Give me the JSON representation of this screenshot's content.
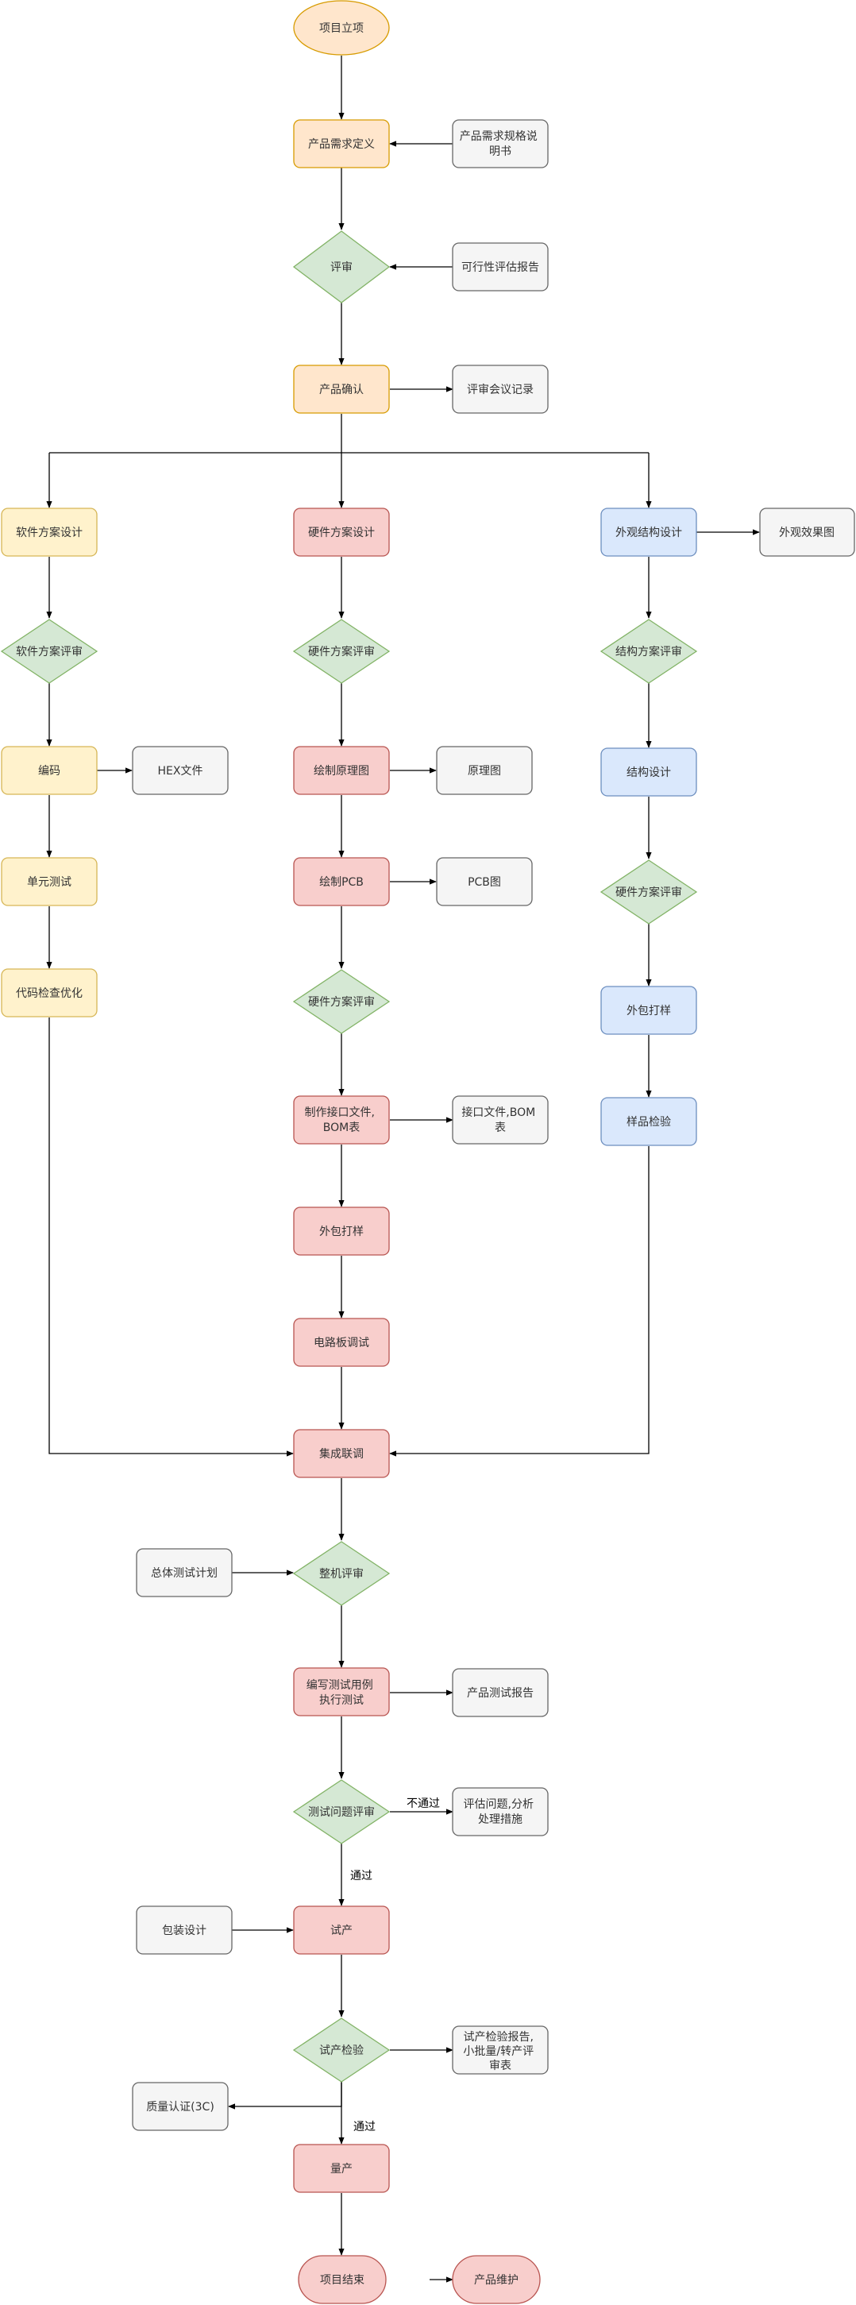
{
  "colors": {
    "orange_fill": "#ffe6cc",
    "orange_stroke": "#d79b00",
    "yellow_fill": "#fff2cc",
    "yellow_stroke": "#d6b656",
    "red_fill": "#f8cecc",
    "red_stroke": "#b85450",
    "blue_fill": "#dae8fc",
    "blue_stroke": "#6c8ebf",
    "green_fill": "#d5e8d4",
    "green_stroke": "#82b366",
    "gray_fill": "#f5f5f5",
    "gray_stroke": "#666666",
    "edge": "#000000"
  },
  "nodes": {
    "start": "项目立项",
    "req_def": "产品需求定义",
    "req_doc": [
      "产品需求规格说",
      "明书"
    ],
    "review": "评审",
    "feasibility": "可行性评估报告",
    "confirm": "产品确认",
    "meeting": "评审会议记录",
    "sw_design": "软件方案设计",
    "hw_design": "硬件方案设计",
    "appearance": "外观结构设计",
    "appearance_img": "外观效果图",
    "sw_review": "软件方案评审",
    "hw_review1": "硬件方案评审",
    "struct_review": "结构方案评审",
    "coding": "编码",
    "hex": "HEX文件",
    "schematic_draw": "绘制原理图",
    "schematic": "原理图",
    "struct_design": "结构设计",
    "unit_test": "单元测试",
    "pcb_draw": "绘制PCB",
    "pcb": "PCB图",
    "hw_review2": "硬件方案评审",
    "code_opt": "代码检查优化",
    "hw_review3": "硬件方案评审",
    "proto_blue": "外包打样",
    "bom": [
      "制作接口文件,",
      "BOM表"
    ],
    "bom_doc": [
      "接口文件,BOM",
      "表"
    ],
    "sample_check": "样品检验",
    "proto_red": "外包打样",
    "board_debug": "电路板调试",
    "integration": "集成联调",
    "test_plan": "总体测试计划",
    "machine_review": "整机评审",
    "test_case": [
      "编写测试用例",
      "执行测试"
    ],
    "test_report": "产品测试报告",
    "issue_review": "测试问题评审",
    "issue_handling": [
      "评估问题,分析",
      "处理措施"
    ],
    "trial": "试产",
    "packaging": "包装设计",
    "trial_check": "试产检验",
    "trial_report": [
      "试产检验报告,",
      "小批量/转产评",
      "审表"
    ],
    "quality": "质量认证(3C)",
    "mass": "量产",
    "end": "项目结束",
    "maintain": "产品维护"
  },
  "edge_labels": {
    "fail": "不通过",
    "pass1": "通过",
    "pass2": "通过"
  }
}
